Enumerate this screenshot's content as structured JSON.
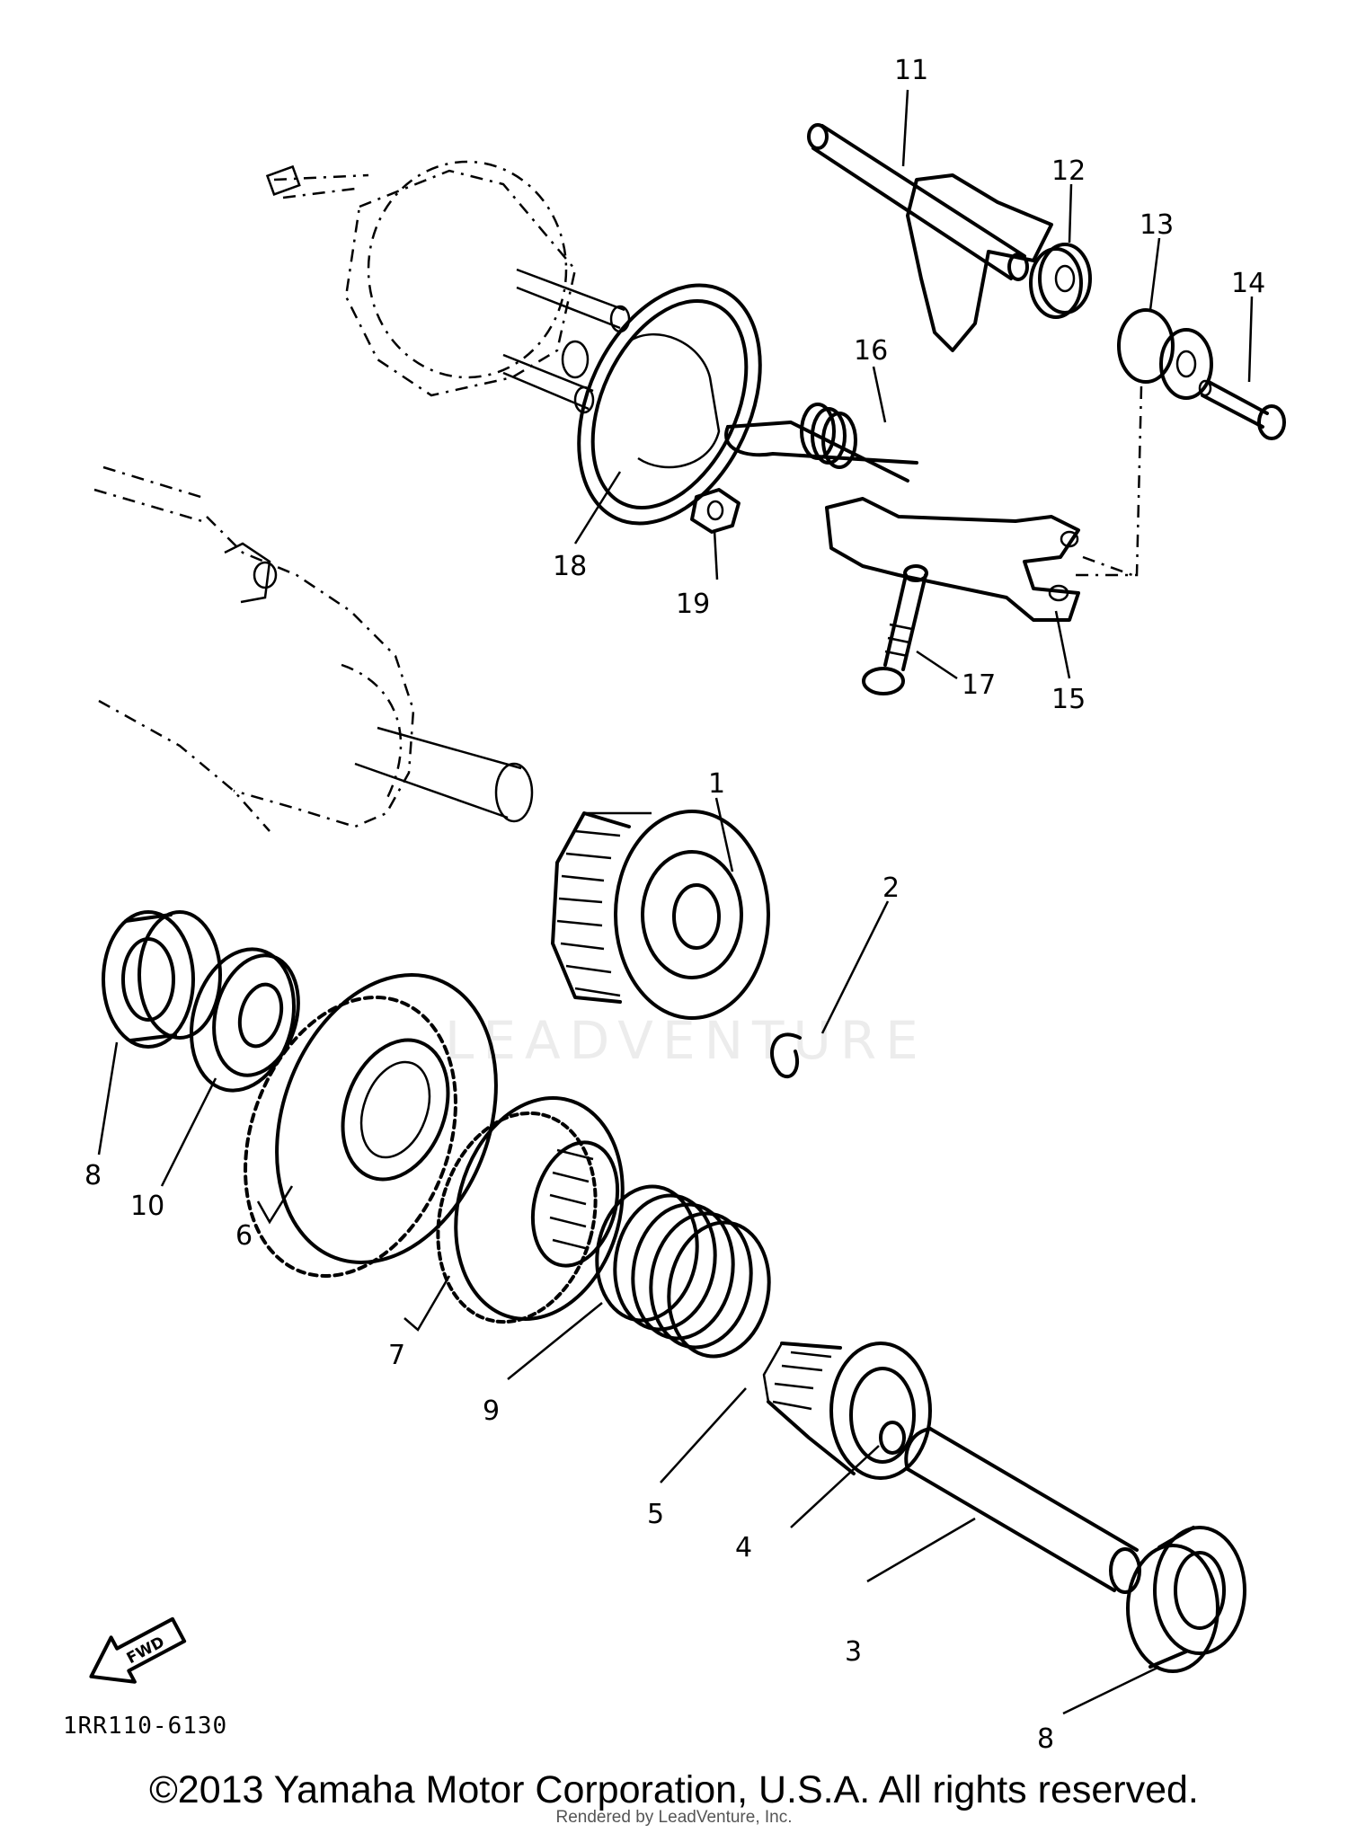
{
  "diagram": {
    "ref_code": "1RR110-6130",
    "watermark": "LEADVENTURE",
    "fwd_label": "FWD",
    "callouts": [
      "1",
      "2",
      "3",
      "4",
      "5",
      "6",
      "7",
      "8",
      "8",
      "9",
      "10",
      "11",
      "12",
      "13",
      "14",
      "15",
      "16",
      "17",
      "18",
      "19"
    ]
  },
  "footer": {
    "copyright": "©2013 Yamaha Motor Corporation, U.S.A. All rights reserved.",
    "rendered_by": "Rendered by LeadVenture, Inc."
  }
}
